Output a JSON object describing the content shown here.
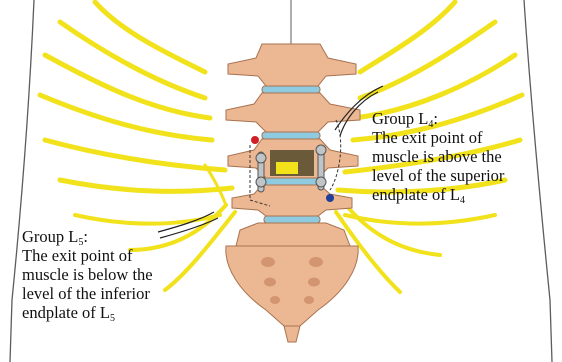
{
  "annotations": {
    "group_l4": {
      "heading_prefix": "Group L",
      "heading_sub": "4",
      "heading_suffix": ":",
      "line1": "The exit point of",
      "line2": "muscle is above the",
      "line3": "level of the superior",
      "line4_prefix": "endplate of L",
      "line4_sub": "4"
    },
    "group_l5": {
      "heading_prefix": "Group L",
      "heading_sub": "5",
      "heading_suffix": ":",
      "line1": "The exit point of",
      "line2": "muscle is below the",
      "line3": "level of the inferior",
      "line4_prefix": "endplate of L",
      "line4_sub": "5"
    }
  },
  "colors": {
    "nerve": "#f1e21c",
    "bone": "#ecb893",
    "bone_shade": "#d39570",
    "disc": "#8fcbe0",
    "outline": "#5c5c5c",
    "marker_red": "#d21f26",
    "marker_blue": "#1f3d9a"
  }
}
